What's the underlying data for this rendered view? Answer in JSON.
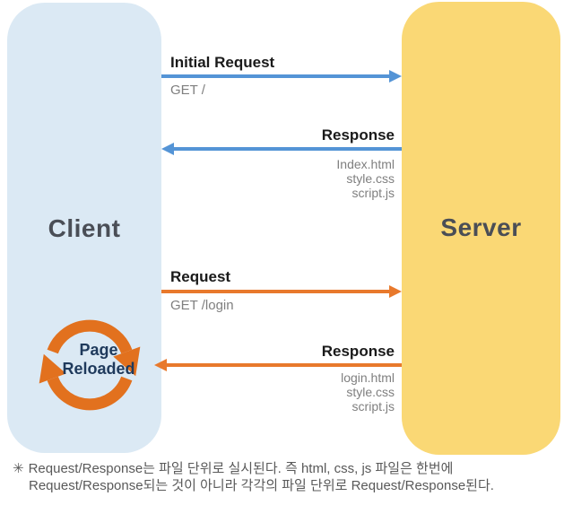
{
  "diagram": {
    "client": {
      "label": "Client"
    },
    "server": {
      "label": "Server"
    },
    "messages": [
      {
        "label": "Initial Request",
        "detail": "GET /",
        "direction": "right",
        "color": "blue"
      },
      {
        "label": "Response",
        "files": [
          "Index.html",
          "style.css",
          "script.js"
        ],
        "direction": "left",
        "color": "blue"
      },
      {
        "label": "Request",
        "detail": "GET /login",
        "direction": "right",
        "color": "orange"
      },
      {
        "label": "Response",
        "files": [
          "login.html",
          "style.css",
          "script.js"
        ],
        "direction": "left",
        "color": "orange"
      }
    ],
    "reload_badge": {
      "icon": "refresh-cycle-icon",
      "line1": "Page",
      "line2": "Reloaded"
    },
    "footnote": {
      "marker": "✳",
      "line1": "Request/Response는 파일 단위로 실시된다. 즉 html, css, js 파일은 한번에",
      "line2": "Request/Response되는 것이 아니라 각각의 파일 단위로 Request/Response된다."
    },
    "colors": {
      "client_fill": "#dbe9f4",
      "server_fill": "#fad875",
      "blue_arrow": "#5494d6",
      "orange_arrow": "#e8792c",
      "reload_icon": "#e2711e",
      "reload_text": "#1f3a5c",
      "label_text": "#1a1a1a",
      "detail_text": "#7f7f7f",
      "box_label_text": "#4a4e56",
      "footnote_text": "#595959"
    }
  }
}
